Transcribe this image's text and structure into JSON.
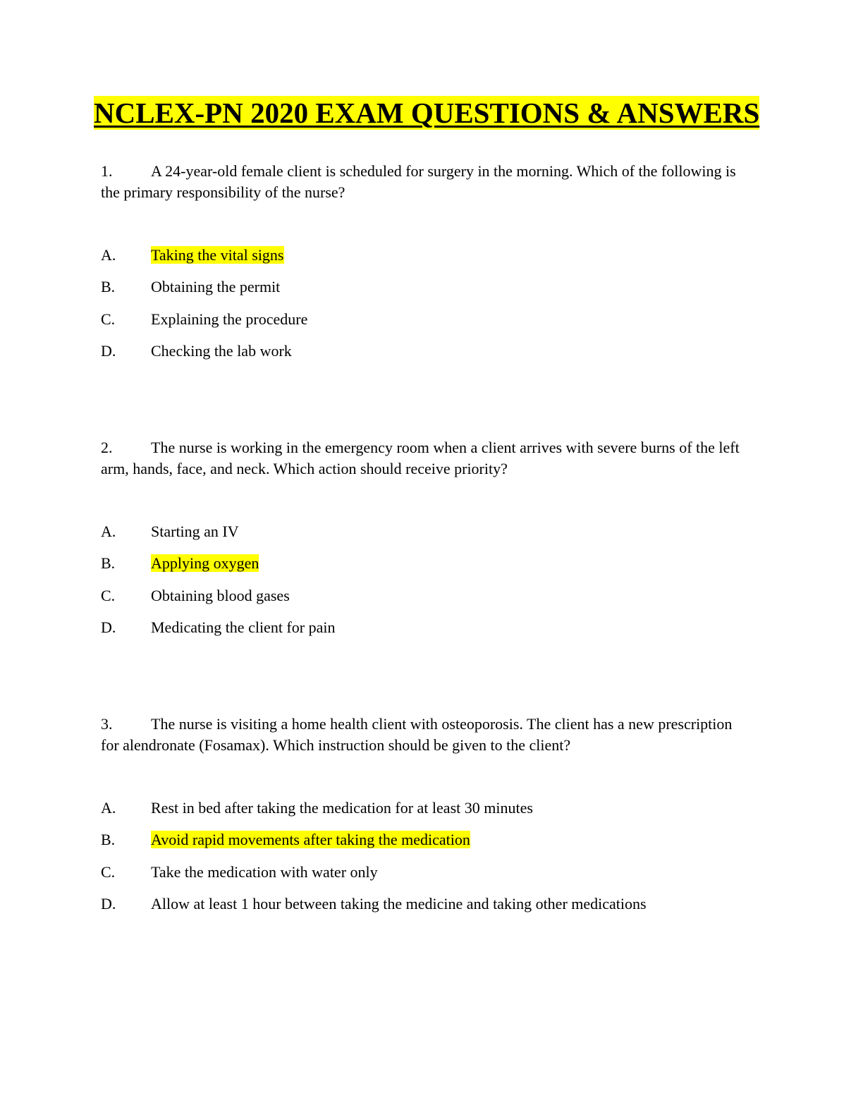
{
  "title": "NCLEX-PN 2020 EXAM QUESTIONS & ANSWERS",
  "highlight_color": "#ffff00",
  "questions": [
    {
      "number": "1.",
      "text": "A 24-year-old female client is scheduled for surgery in the morning. Which of the following is the primary responsibility of the nurse?",
      "options": [
        {
          "letter": "A.",
          "text": "Taking the vital signs",
          "correct": true
        },
        {
          "letter": "B.",
          "text": "Obtaining the permit",
          "correct": false
        },
        {
          "letter": "C.",
          "text": "Explaining the procedure",
          "correct": false
        },
        {
          "letter": "D.",
          "text": "Checking the lab work",
          "correct": false
        }
      ]
    },
    {
      "number": "2.",
      "text": "The nurse is working in the emergency room when a client arrives with severe burns of the left arm, hands, face, and neck. Which action should receive priority?",
      "options": [
        {
          "letter": "A.",
          "text": "Starting an IV",
          "correct": false
        },
        {
          "letter": "B.",
          "text": "Applying oxygen",
          "correct": true
        },
        {
          "letter": "C.",
          "text": "Obtaining blood gases",
          "correct": false
        },
        {
          "letter": "D.",
          "text": "Medicating the client for pain",
          "correct": false
        }
      ]
    },
    {
      "number": "3.",
      "text": "The nurse is visiting a home health client with osteoporosis. The client has a new prescription for alendronate (Fosamax). Which instruction should be given to the client?",
      "options": [
        {
          "letter": "A.",
          "text": "Rest in bed after taking the medication for at least 30 minutes",
          "correct": false
        },
        {
          "letter": "B.",
          "text": "Avoid rapid movements after taking the medication",
          "correct": true
        },
        {
          "letter": "C.",
          "text": "Take the medication with water only",
          "correct": false
        },
        {
          "letter": "D.",
          "text": "Allow at least 1 hour between taking the medicine and taking other medications",
          "correct": false
        }
      ]
    }
  ]
}
